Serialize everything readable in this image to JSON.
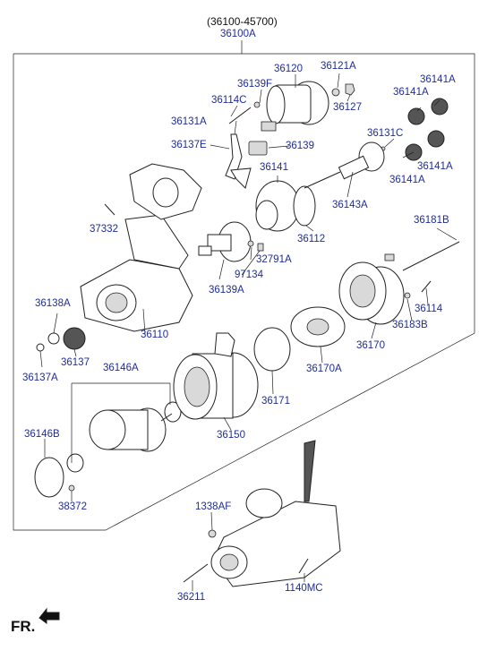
{
  "header": {
    "range": "(36100-45700)",
    "assembly": "36100A"
  },
  "orientation": {
    "label": "FR."
  },
  "labels": {
    "l36120": "36120",
    "l36121A": "36121A",
    "l36141A_top": "36141A",
    "l36139F": "36139F",
    "l36141A_2": "36141A",
    "l36114C": "36114C",
    "l36127": "36127",
    "l36131A": "36131A",
    "l36131C": "36131C",
    "l36137E": "36137E",
    "l36139": "36139",
    "l36141A_3": "36141A",
    "l36141": "36141",
    "l36141A_4": "36141A",
    "l36143A": "36143A",
    "l37332": "37332",
    "l36181B": "36181B",
    "l36112": "36112",
    "l32791A": "32791A",
    "l97134": "97134",
    "l36139A": "36139A",
    "l36138A": "36138A",
    "l36114": "36114",
    "l36183B": "36183B",
    "l36110": "36110",
    "l36170": "36170",
    "l36137": "36137",
    "l36137A": "36137A",
    "l36146A": "36146A",
    "l36170A": "36170A",
    "l36171": "36171",
    "l36146B": "36146B",
    "l36150": "36150",
    "l38372": "38372",
    "l1338AF": "1338AF",
    "l36211": "36211",
    "l1140MC": "1140MC"
  }
}
